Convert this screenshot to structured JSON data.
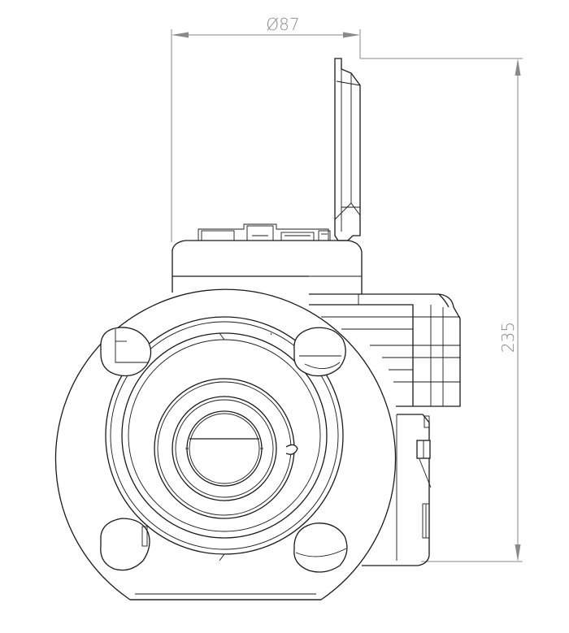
{
  "dimensions": {
    "diameter": {
      "symbol": "Ø",
      "value": "87"
    },
    "height": {
      "value": "235"
    }
  },
  "colors": {
    "line": "#1a1a1a",
    "dimension": "#8a8a8a",
    "background": "#ffffff"
  }
}
